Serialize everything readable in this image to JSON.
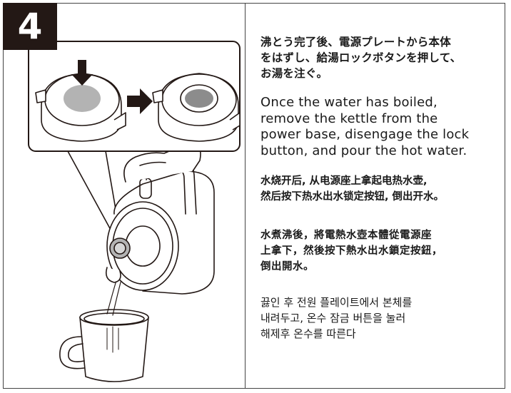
{
  "step": {
    "number": "4"
  },
  "instructions": {
    "ja": [
      "沸とう完了後、電源プレートから本体",
      "をはずし、給湯ロックボタンを押して、",
      "お湯を注ぐ。"
    ],
    "en": [
      "Once the water has boiled,",
      "remove the kettle from the",
      "power base, disengage the lock",
      "button, and pour the hot water."
    ],
    "zh_cn": [
      "水烧开后, 从电源座上拿起电热水壶,",
      "然后按下热水出水锁定按钮, 倒出开水。"
    ],
    "zh_tw": [
      "水煮沸後，將電熱水壺本體從電源座",
      "上拿下，然後按下熱水出水鎖定按鈕，",
      "倒出開水。"
    ],
    "ko": [
      "끓인 후 전원 플레이트에서 본체를",
      "내려두고, 온수 잠금 버튼을 눌러",
      "해제후 온수를 따른다"
    ]
  },
  "colors": {
    "badge_bg": "#231815",
    "border": "#444444",
    "lid_shade": "#b3b3b3",
    "line": "#231815"
  }
}
